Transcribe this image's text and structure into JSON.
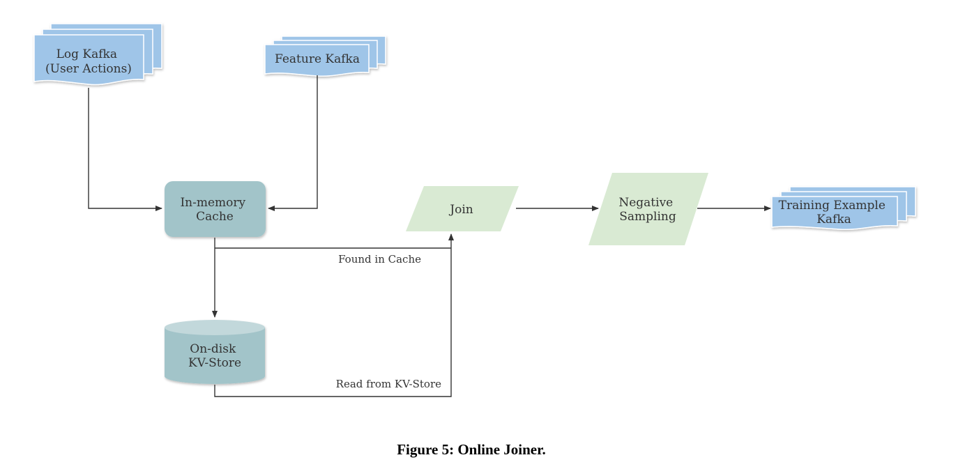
{
  "nodes": {
    "log_kafka": [
      "Log Kafka",
      "(User Actions)"
    ],
    "feature_kafka": [
      "Feature Kafka"
    ],
    "cache": [
      "In-memory",
      "Cache"
    ],
    "kv_store": [
      "On-disk",
      "KV-Store"
    ],
    "join": [
      "Join"
    ],
    "negative": [
      "Negative",
      "Sampling"
    ],
    "training": [
      "Training Example",
      "Kafka"
    ]
  },
  "edges": {
    "found": "Found in Cache",
    "read": "Read from KV-Store"
  },
  "caption": "Figure 5: Online Joiner.",
  "colors": {
    "kafka": "#9fc5e8",
    "store": "#a2c4c9",
    "process": "#d9ead3",
    "line": "#333333"
  }
}
